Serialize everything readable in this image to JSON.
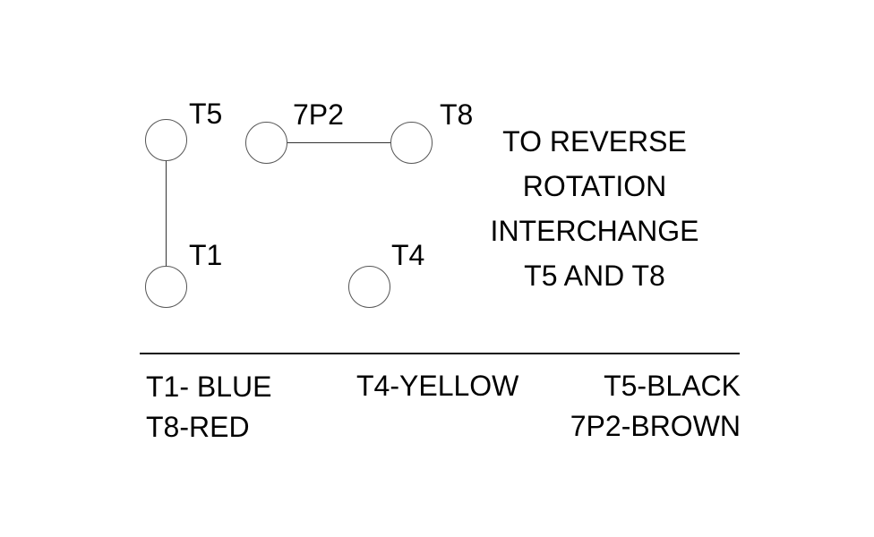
{
  "colors": {
    "background": "#ffffff",
    "text": "#000000",
    "circle_stroke": "#555555",
    "wire": "#333333",
    "divider": "#111111"
  },
  "diagram": {
    "terminals": [
      {
        "id": "T5",
        "label": "T5"
      },
      {
        "id": "7P2",
        "label": "7P2"
      },
      {
        "id": "T8",
        "label": "T8"
      },
      {
        "id": "T1",
        "label": "T1"
      },
      {
        "id": "T4",
        "label": "T4"
      }
    ],
    "connections": [
      {
        "from": "T5",
        "to": "T1"
      },
      {
        "from": "7P2",
        "to": "T8"
      }
    ],
    "note_lines": [
      "TO REVERSE",
      "ROTATION",
      "INTERCHANGE",
      "T5 AND T8"
    ]
  },
  "legend": {
    "row1": [
      {
        "label": "T1- BLUE"
      },
      {
        "label": "T4-YELLOW"
      },
      {
        "label": "T5-BLACK"
      }
    ],
    "row2": [
      {
        "label": "T8-RED"
      },
      {
        "label": "7P2-BROWN"
      }
    ]
  }
}
